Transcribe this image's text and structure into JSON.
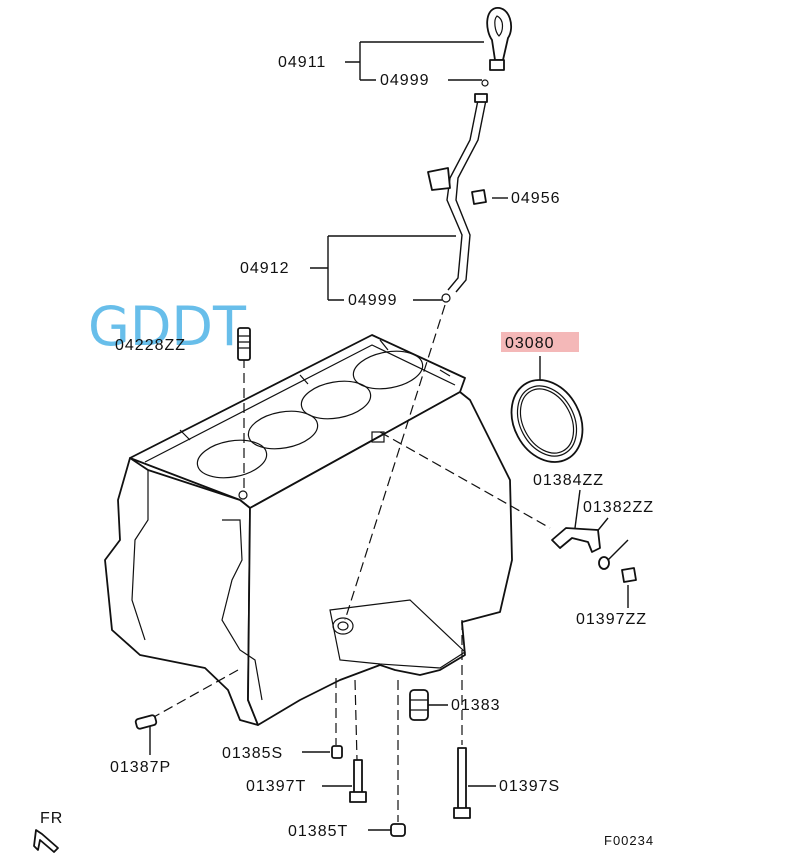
{
  "watermark": "GDDT",
  "labels": {
    "p04911": "04911",
    "p04999a": "04999",
    "p04956": "04956",
    "p04912": "04912",
    "p04999b": "04999",
    "p04228ZZ": "04228ZZ",
    "p03080": "03080",
    "p01384ZZ": "01384ZZ",
    "p01382ZZ": "01382ZZ",
    "p01397ZZ": "01397ZZ",
    "p01383": "01383",
    "p01385S": "01385S",
    "p01387P": "01387P",
    "p01397T": "01397T",
    "p01397S": "01397S",
    "p01385T": "01385T"
  },
  "direction": "FR",
  "figure_ref": "F00234",
  "colors": {
    "highlight": "#f4b8b8",
    "watermark": "#58b8e8",
    "line": "#111111"
  }
}
